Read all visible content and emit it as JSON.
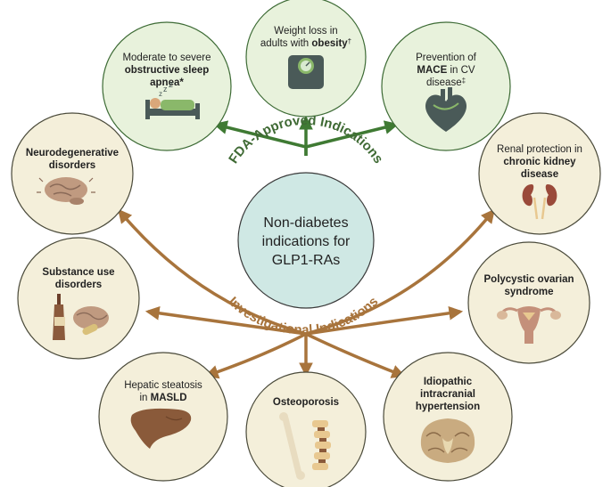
{
  "center": {
    "line1": "Non-diabetes",
    "line2": "indications for",
    "line3": "GLP1-RAs"
  },
  "arc_labels": {
    "approved": "FDA-Approved Indications",
    "investigational": "Investigational Indications"
  },
  "approved": [
    {
      "id": "sleep-apnea",
      "line1": "Moderate to severe",
      "line2": "obstructive sleep",
      "line3": "apnea",
      "mark": "*",
      "icon": "bed-icon"
    },
    {
      "id": "obesity",
      "line1": "Weight loss in",
      "line2a": "adults with ",
      "line2b": "obesity",
      "mark": "†",
      "icon": "scale-icon"
    },
    {
      "id": "mace",
      "line1": "Prevention of",
      "line2a": "MACE",
      "line2b": " in CV",
      "line3": "disease",
      "mark": "‡",
      "icon": "heart-icon"
    }
  ],
  "investigational": [
    {
      "id": "neurodegenerative",
      "line1": "Neurodegenerative",
      "line2": "disorders",
      "icon": "brain-icon"
    },
    {
      "id": "renal",
      "line1": "Renal protection in",
      "line2": "chronic kidney",
      "line3": "disease",
      "icon": "kidneys-icon"
    },
    {
      "id": "substance",
      "line1": "Substance use",
      "line2": "disorders",
      "icon": "bottle-brain-icon"
    },
    {
      "id": "pcos",
      "line1": "Polycystic ovarian",
      "line2": "syndrome",
      "icon": "uterus-icon"
    },
    {
      "id": "masld",
      "line1": "Hepatic steatosis",
      "line2a": "in ",
      "line2b": "MASLD",
      "icon": "liver-icon"
    },
    {
      "id": "osteoporosis",
      "line1": "Osteoporosis",
      "icon": "bone-spine-icon"
    },
    {
      "id": "iih",
      "line1": "Idiopathic",
      "line2": "intracranial",
      "line3": "hypertension",
      "icon": "brain-cross-section-icon"
    }
  ],
  "colors": {
    "approved_fill": "#e8f2dc",
    "approved_stroke": "#3d6b35",
    "approved_arrow": "#3f7a33",
    "investigational_fill": "#f4efda",
    "investigational_stroke": "#4a4a3a",
    "investigational_arrow": "#a8743c",
    "center_fill": "#cfe8e4",
    "center_stroke": "#3a3a3a",
    "approved_text": "#3f6a34",
    "investigational_text": "#a8743c"
  }
}
